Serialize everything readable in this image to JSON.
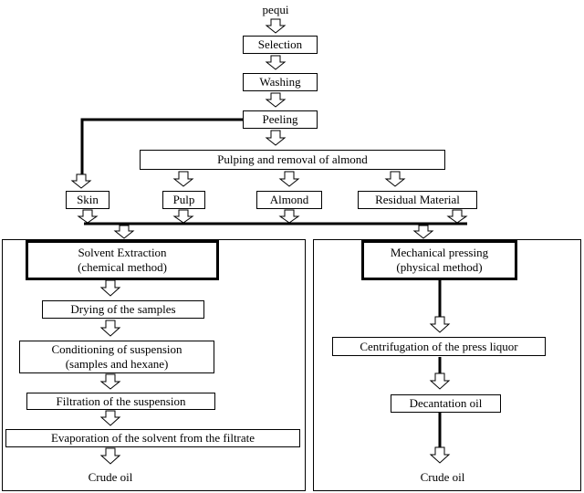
{
  "flow": {
    "start": "pequi",
    "steps": [
      "Selection",
      "Washing",
      "Peeling",
      "Pulping and removal of almond"
    ],
    "products": [
      "Skin",
      "Pulp",
      "Almond",
      "Residual Material"
    ]
  },
  "chemical": {
    "title_line1": "Solvent Extraction",
    "title_line2": "(chemical method)",
    "steps": [
      "Drying of the samples",
      "Conditioning of suspension",
      "(samples and hexane)",
      "Filtration of the suspension",
      "Evaporation of the solvent from the filtrate"
    ],
    "output": "Crude oil"
  },
  "physical": {
    "title_line1": "Mechanical pressing",
    "title_line2": "(physical method)",
    "steps": [
      "Centrifugation of the press liquor",
      "Decantation oil"
    ],
    "output": "Crude oil"
  }
}
